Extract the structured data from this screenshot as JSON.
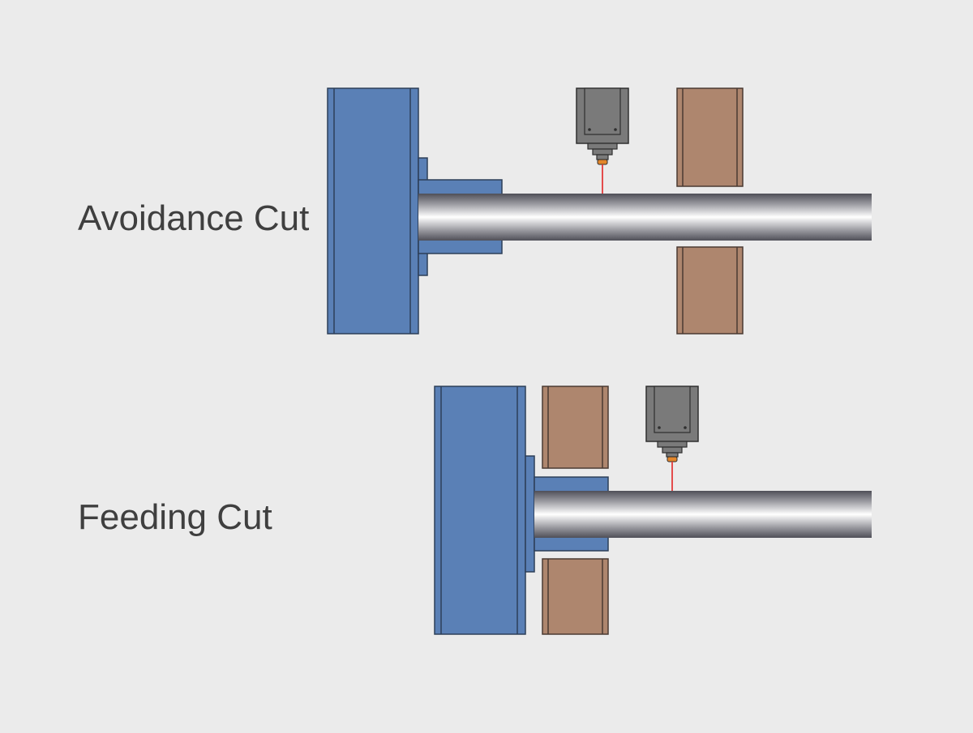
{
  "labels": {
    "avoidance": "Avoidance Cut",
    "feeding": "Feeding Cut"
  },
  "colors": {
    "background": "#ebebeb",
    "chuck_fill": "#5a80b6",
    "chuck_stroke": "#2d3f58",
    "support_fill": "#ae866e",
    "support_stroke": "#4a3a32",
    "head_fill": "#7a7a7a",
    "head_stroke": "#2f2f2f",
    "nozzle_tip": "#e3862a",
    "laser_beam": "#e33a3a",
    "tube_edge": "#55555f",
    "tube_highlight": "#ffffff",
    "label_text": "#3f3f3f"
  },
  "icons": [
    "chuck",
    "laser-cutting-head",
    "tube-support",
    "tube",
    "laser-beam"
  ]
}
